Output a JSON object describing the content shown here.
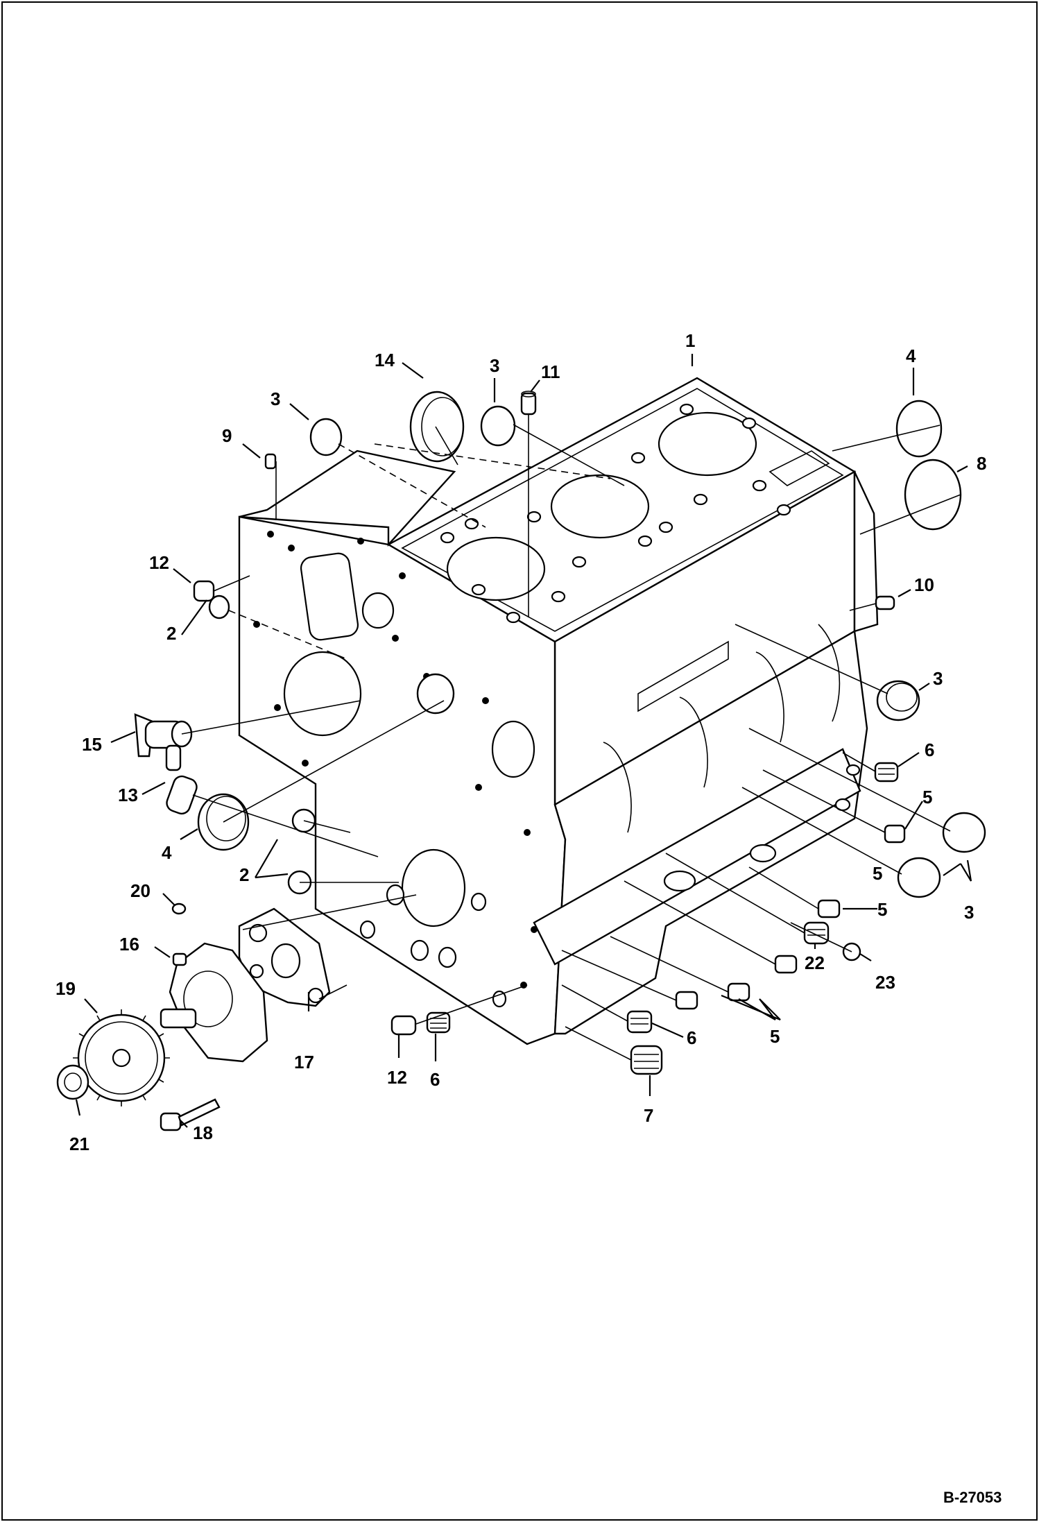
{
  "drawing_code": "B-27053",
  "callouts": {
    "c1": "1",
    "c2a": "2",
    "c2b": "2",
    "c3a": "3",
    "c3b": "3",
    "c3c": "3",
    "c3d": "3",
    "c4a": "4",
    "c4b": "4",
    "c5a": "5",
    "c5b": "5",
    "c5c": "5",
    "c5d": "5",
    "c6a": "6",
    "c6b": "6",
    "c6c": "6",
    "c7": "7",
    "c8": "8",
    "c9": "9",
    "c10": "10",
    "c11": "11",
    "c12a": "12",
    "c12b": "12",
    "c13": "13",
    "c14": "14",
    "c15": "15",
    "c16": "16",
    "c17": "17",
    "c18": "18",
    "c19": "19",
    "c20": "20",
    "c21": "21",
    "c22": "22",
    "c23": "23"
  },
  "colors": {
    "line": "#000000",
    "background": "#ffffff"
  }
}
